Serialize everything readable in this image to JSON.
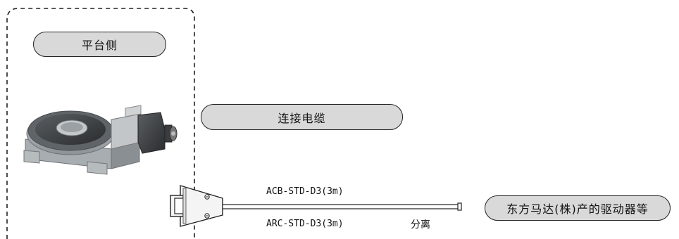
{
  "platform_label": "平台侧",
  "cable_label": "连接电缆",
  "driver_label": "东方马达(株)产的驱动器等",
  "cable_model_top": "ACB-STD-D3(3m)",
  "cable_model_bottom": "ARC-STD-D3(3m)",
  "separate_label": "分离"
}
